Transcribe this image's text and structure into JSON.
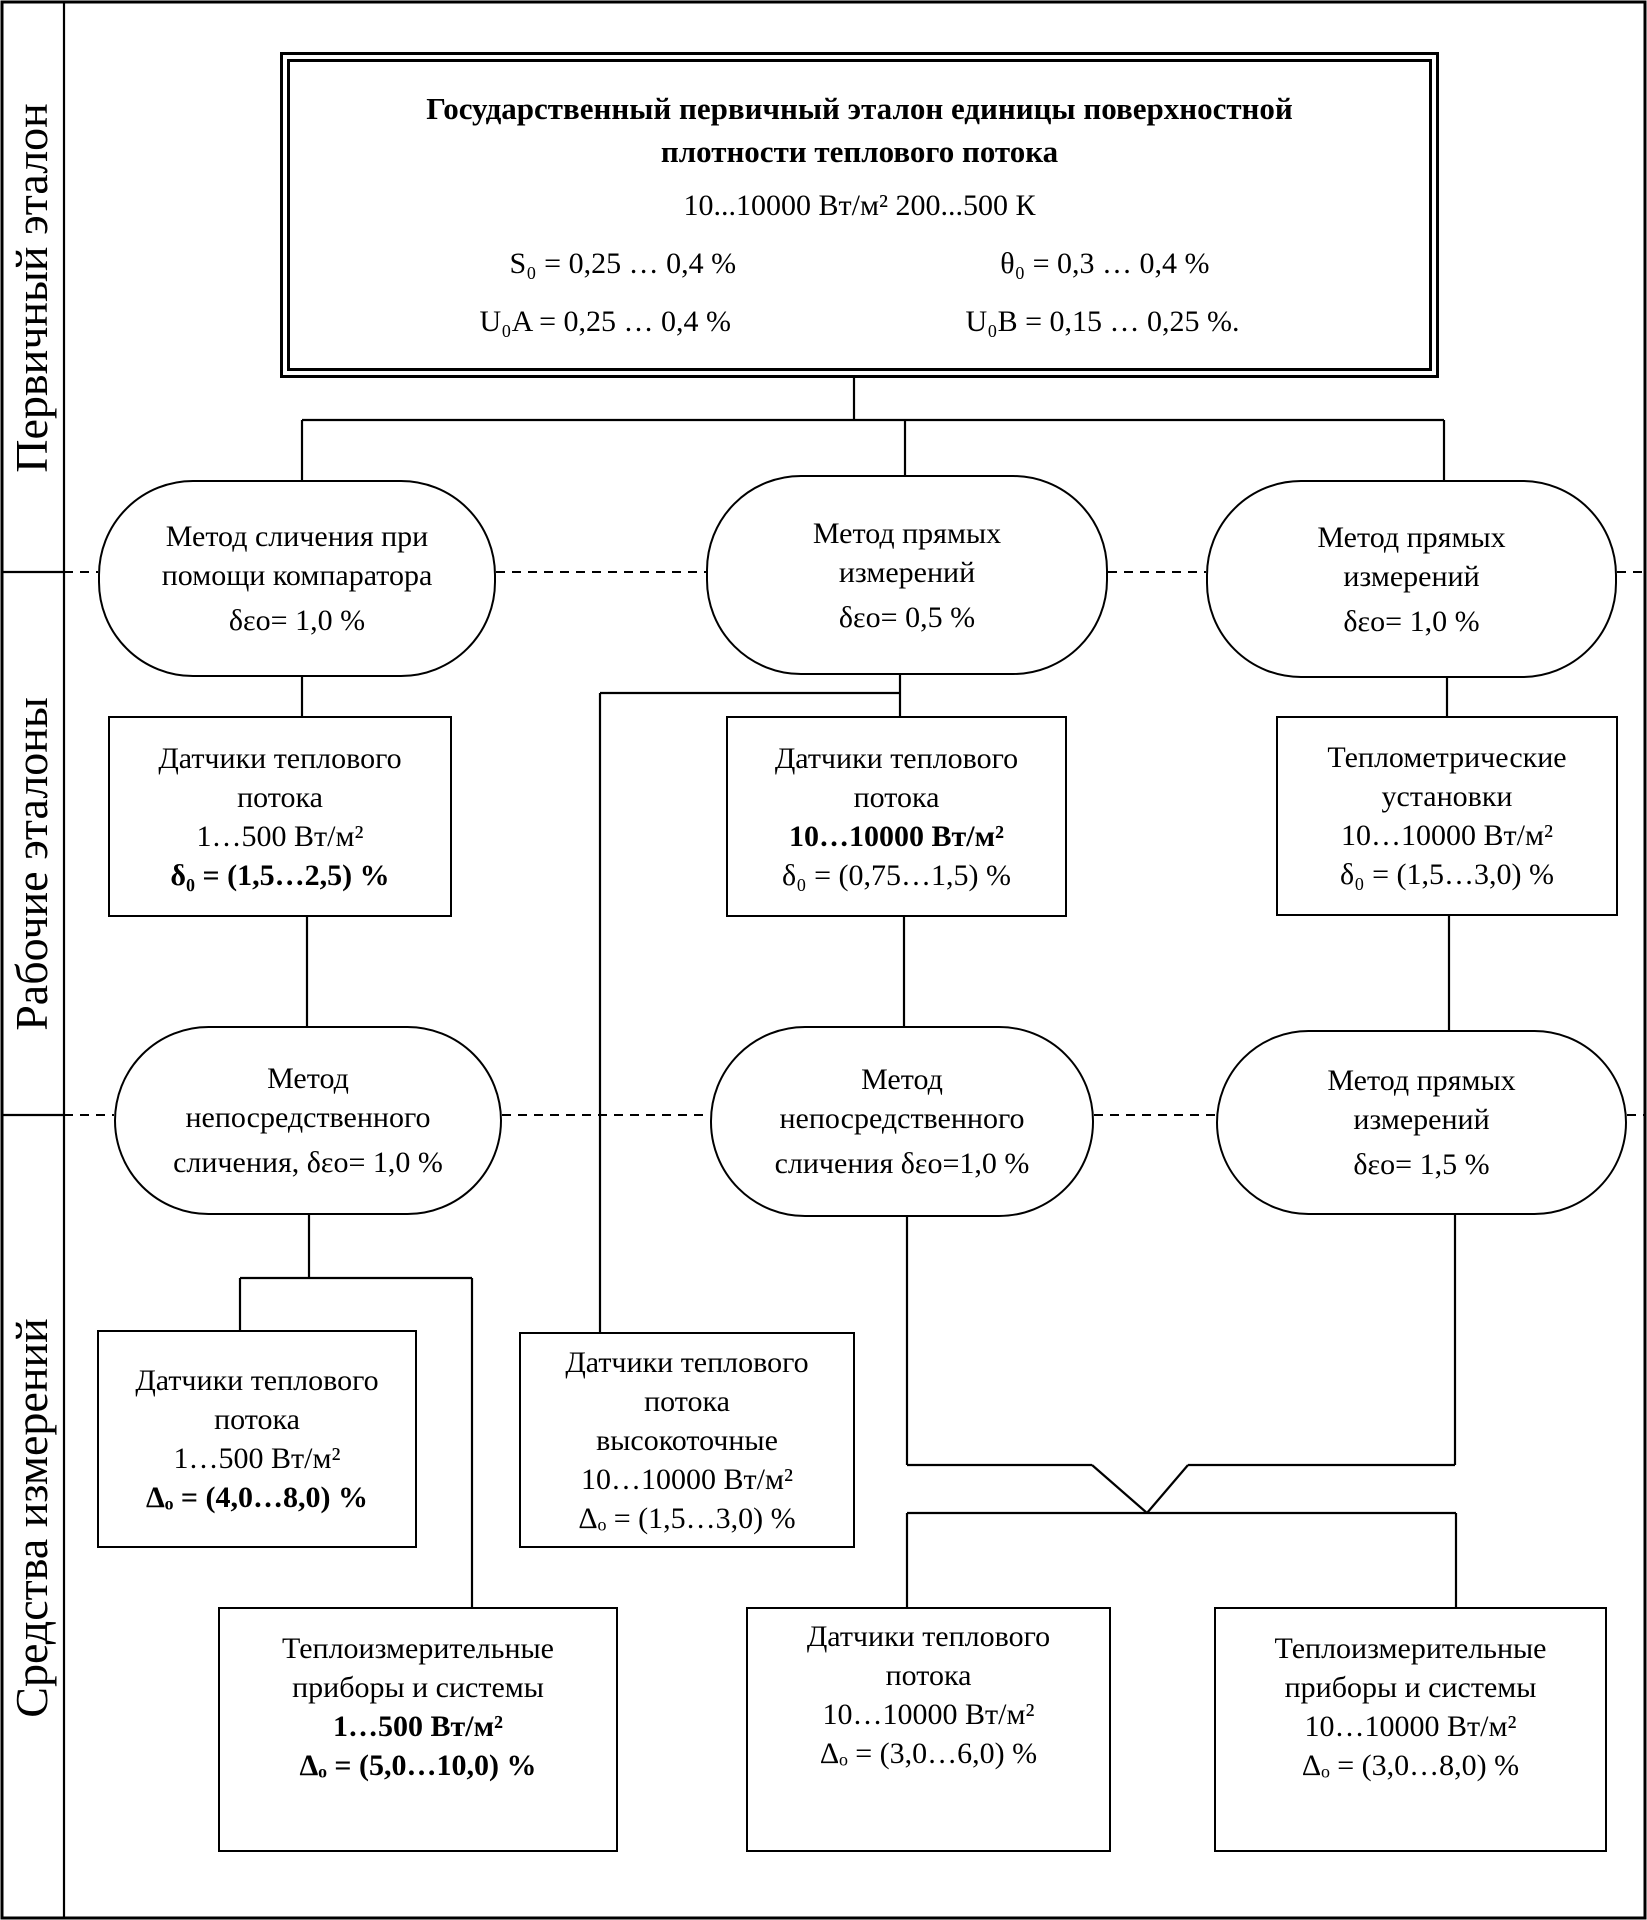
{
  "zones": {
    "primary": "Первичный эталон",
    "working": "Рабочие эталоны",
    "instruments": "Средства измерений"
  },
  "primary_standard": {
    "title_line1": "Государственный первичный эталон единицы поверхностной",
    "title_line2": "плотности теплового потока",
    "range": "10...10000 Вт/м² 200...500 К",
    "s0": "S₀ = 0,25 … 0,4 %",
    "theta0": "θ₀ = 0,3 … 0,4 %",
    "u0a": "U₀A = 0,25 … 0,4 %",
    "u0b": "U₀B = 0,15 … 0,25 %."
  },
  "methods_level1": [
    {
      "line1": "Метод сличения при",
      "line2": "помощи компаратора",
      "line3": "δεо= 1,0 %"
    },
    {
      "line1": "Метод прямых",
      "line2": "измерений",
      "line3": "δεо= 0,5 %"
    },
    {
      "line1": "Метод прямых",
      "line2": "измерений",
      "line3": "δεо= 1,0 %"
    }
  ],
  "working_standards": [
    {
      "line1": "Датчики теплового",
      "line2": "потока",
      "line3": "1…500 Вт/м²",
      "line4": "δ₀ = (1,5…2,5) %"
    },
    {
      "line1": "Датчики теплового",
      "line2": "потока",
      "line3": "10…10000 Вт/м²",
      "line4": "δ₀ = (0,75…1,5) %"
    },
    {
      "line1": "Теплометрические",
      "line2": "установки",
      "line3": "10…10000 Вт/м²",
      "line4": "δ₀ = (1,5…3,0) %"
    }
  ],
  "methods_level2": [
    {
      "line1": "Метод",
      "line2": "непосредственного",
      "line3": "сличения, δεо= 1,0 %"
    },
    {
      "line1": "Метод",
      "line2": "непосредственного",
      "line3": "сличения  δεо=1,0 %"
    },
    {
      "line1": "Метод прямых",
      "line2": "измерений",
      "line3": "δεо= 1,5 %"
    }
  ],
  "instruments": [
    {
      "line1": "Датчики теплового",
      "line2": "потока",
      "line3": "1…500 Вт/м²",
      "line4": "Δₒ = (4,0…8,0) %"
    },
    {
      "line1": "Датчики теплового",
      "line2": "потока",
      "line3": "высокоточные",
      "line4": "10…10000 Вт/м²",
      "line5": "Δₒ = (1,5…3,0) %"
    },
    {
      "line1": "Теплоизмерительные",
      "line2": "приборы и системы",
      "line3": "1…500 Вт/м²",
      "line4": "Δₒ = (5,0…10,0) %"
    },
    {
      "line1": "Датчики теплового",
      "line2": "потока",
      "line3": "10…10000 Вт/м²",
      "line4": "Δₒ = (3,0…6,0) %"
    },
    {
      "line1": "Теплоизмерительные",
      "line2": "приборы и системы",
      "line3": "10…10000 Вт/м²",
      "line4": "Δₒ = (3,0…8,0) %"
    }
  ]
}
